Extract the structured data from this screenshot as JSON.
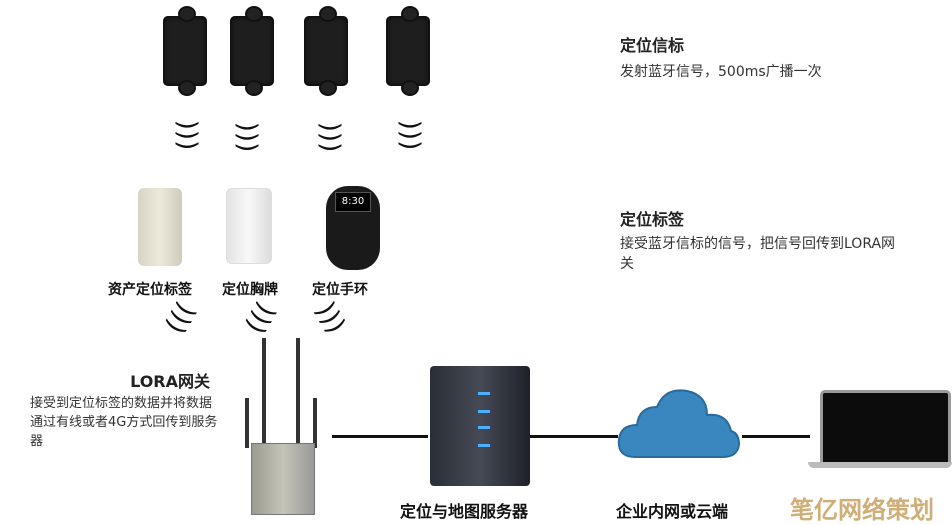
{
  "beacon_info": {
    "title": "定位信标",
    "desc": "发射蓝牙信号，500ms广播一次"
  },
  "tag_info": {
    "title": "定位标签",
    "desc": "接受蓝牙信标的信号，把信号回传到LORA网关"
  },
  "tags": [
    "资产定位标签",
    "定位胸牌",
    "定位手环"
  ],
  "wristband_display": "8:30",
  "gateway_info": {
    "title": "LORA网关",
    "desc": "接受到定位标签的数据并将数据通过有线或者4G方式回传到服务器"
  },
  "nodes": {
    "server": "定位与地图服务器",
    "cloud": "企业内网或云端"
  },
  "watermark": "笔亿网络策划",
  "colors": {
    "cloud": "#3a87c0",
    "server_led": "#4ab0ff",
    "watermark": "#c8a060"
  }
}
